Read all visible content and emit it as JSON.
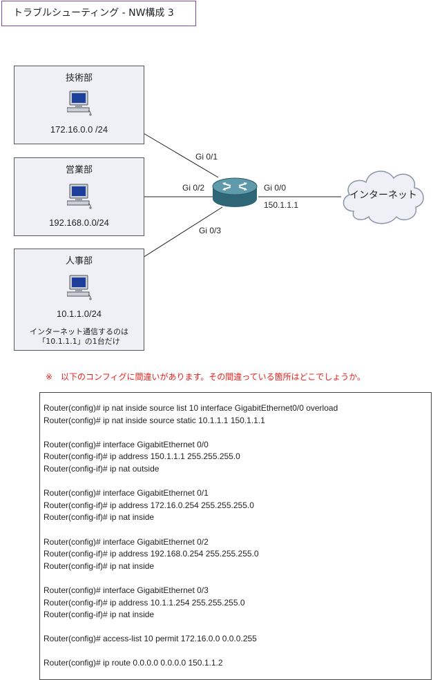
{
  "title": "トラブルシューティング - NW構成 3",
  "departments": [
    {
      "name": "技術部",
      "network": "172.16.0.0 /24",
      "note": []
    },
    {
      "name": "営業部",
      "network": "192.168.0.0/24",
      "note": []
    },
    {
      "name": "人事部",
      "network": "10.1.1.0/24",
      "note": [
        "インターネット通信するのは",
        "「10.1.1.1」の1台だけ"
      ]
    }
  ],
  "interfaces": {
    "gi01": "Gi 0/1",
    "gi02": "Gi 0/2",
    "gi03": "Gi 0/3",
    "gi00": "Gi 0/0",
    "gi00_ip": "150.1.1.1"
  },
  "internet_label": "インターネット",
  "question": "※　以下のコンフィグに間違いがあります。その間違っている箇所はどこでしょうか。",
  "config_blocks": [
    [
      "Router(config)# ip nat inside source list 10 interface GigabitEthernet0/0 overload",
      "Router(config)# ip nat inside source static 10.1.1.1 150.1.1.1"
    ],
    [
      "Router(config)# interface GigabitEthernet 0/0",
      "Router(config-if)# ip address 150.1.1.1 255.255.255.0",
      "Router(config-if)# ip nat outside"
    ],
    [
      "Router(config)# interface GigabitEthernet 0/1",
      "Router(config-if)# ip address 172.16.0.254 255.255.255.0",
      "Router(config-if)# ip nat inside"
    ],
    [
      "Router(config)# interface GigabitEthernet 0/2",
      "Router(config-if)# ip address 192.168.0.254 255.255.255.0",
      "Router(config-if)# ip nat inside"
    ],
    [
      "Router(config)# interface GigabitEthernet 0/3",
      "Router(config-if)# ip address 10.1.1.254 255.255.255.0",
      "Router(config-if)# ip nat inside"
    ],
    [
      "Router(config)# access-list 10 permit 172.16.0.0 0.0.0.255"
    ],
    [
      "Router(config)# ip route 0.0.0.0 0.0.0.0 150.1.1.2"
    ]
  ],
  "colors": {
    "question": "#e8201c",
    "title_border": "#7a4aa0",
    "dept_fill": "#eef0f5",
    "router": "#3d7b8c"
  }
}
